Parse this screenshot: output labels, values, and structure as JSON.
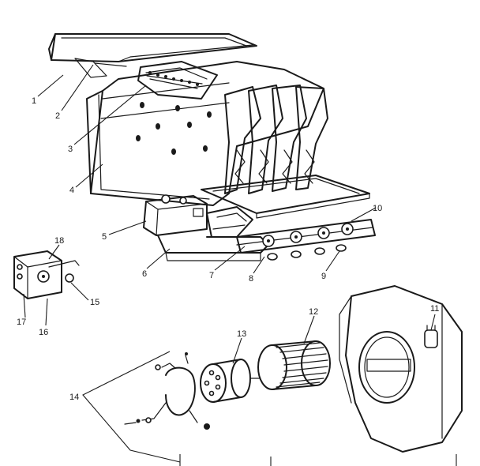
{
  "diagram": {
    "callouts": [
      {
        "label": "1"
      },
      {
        "label": "2"
      },
      {
        "label": "3"
      },
      {
        "label": "4"
      },
      {
        "label": "5"
      },
      {
        "label": "6"
      },
      {
        "label": "7"
      },
      {
        "label": "8"
      },
      {
        "label": "9"
      },
      {
        "label": "10"
      },
      {
        "label": "11"
      },
      {
        "label": "12"
      },
      {
        "label": "13"
      },
      {
        "label": "14"
      },
      {
        "label": "15"
      },
      {
        "label": "16"
      },
      {
        "label": "17"
      },
      {
        "label": "18"
      }
    ]
  }
}
